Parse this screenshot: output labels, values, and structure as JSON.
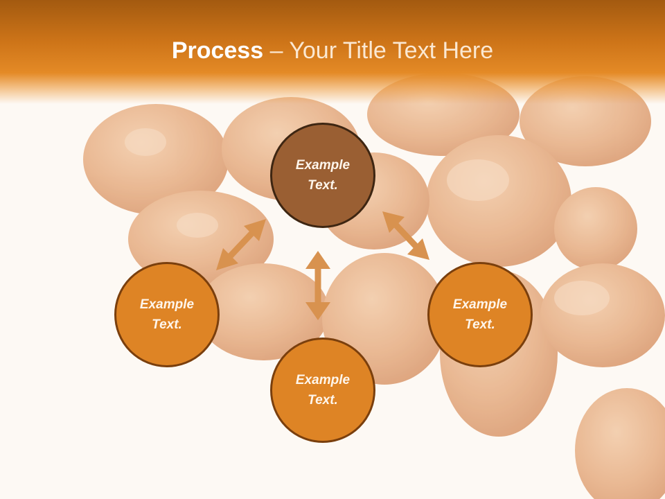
{
  "slide": {
    "title_strong": "Process",
    "title_rest": "– Your Title Text Here"
  },
  "nodes": [
    {
      "line1": "Example",
      "line2": "Text."
    },
    {
      "line1": "Example",
      "line2": "Text."
    },
    {
      "line1": "Example",
      "line2": "Text."
    },
    {
      "line1": "Example",
      "line2": "Text."
    }
  ],
  "colors": {
    "header": "#d97a1c",
    "center_fill": "#9a5f33",
    "outer_fill": "#de8425",
    "arrow": "#d8924f"
  }
}
